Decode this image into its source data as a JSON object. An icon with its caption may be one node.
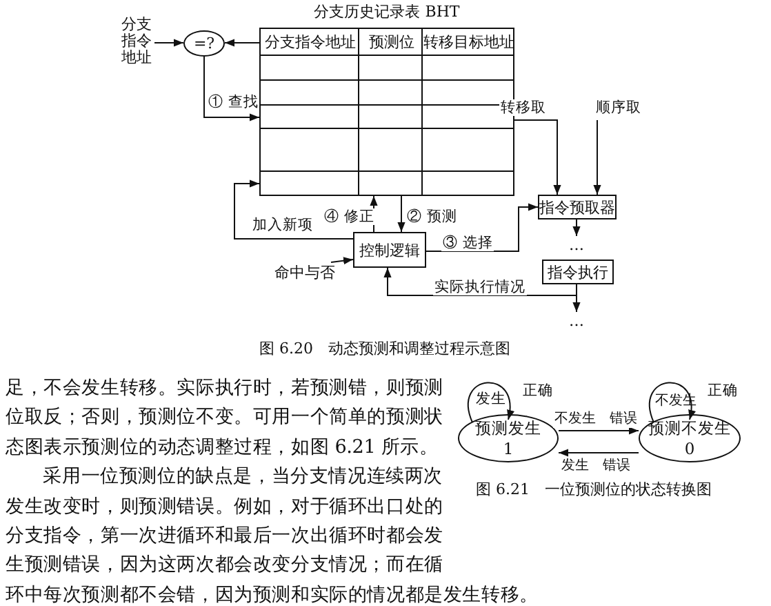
{
  "diagram": {
    "nodes": [
      {
        "text": [
          "分支指令地址"
        ]
      },
      {
        "text": [
          "=?"
        ]
      },
      {
        "text": [
          "分支历史记录表 BHT",
          "分支指令地址",
          "预测位",
          "转移目标地址"
        ]
      },
      {
        "text": [
          "控制逻辑"
        ]
      },
      {
        "text": [
          "命中与否"
        ]
      },
      {
        "text": [
          "指令预取器"
        ]
      },
      {
        "text": [
          "…"
        ]
      },
      {
        "text": [
          "指令执行"
        ]
      },
      {
        "text": [
          "…"
        ]
      },
      {
        "text": [
          "预测发生",
          "1"
        ]
      },
      {
        "text": [
          "预测不发生",
          "0"
        ]
      }
    ],
    "edges": [
      {
        "from": 0,
        "to": 1,
        "arrow": "to"
      },
      {
        "from": 2,
        "to": 1,
        "arrow": "to"
      },
      {
        "from": 1,
        "to": 2,
        "arrow": "to",
        "label": "① 查找"
      },
      {
        "from": 3,
        "to": 2,
        "arrow": "to",
        "label": "④ 修正"
      },
      {
        "from": 3,
        "to": 2,
        "arrow": "to",
        "label": "加入新项"
      },
      {
        "from": 2,
        "to": 3,
        "arrow": "to",
        "label": "② 预测"
      },
      {
        "from": 4,
        "to": 3,
        "arrow": "to"
      },
      {
        "from": 3,
        "to": 5,
        "arrow": "to",
        "label": "③ 选择"
      },
      {
        "from": 2,
        "to": 5,
        "arrow": "to",
        "label": "转移取"
      },
      {
        "from": null,
        "to": 5,
        "arrow": "to",
        "label": "顺序取"
      },
      {
        "from": 5,
        "to": 6,
        "arrow": "to"
      },
      {
        "from": 7,
        "to": 3,
        "arrow": "to",
        "label": "实际执行情况"
      },
      {
        "from": 7,
        "to": 8,
        "arrow": "to"
      },
      {
        "from": 9,
        "to": 9,
        "arrow": "to",
        "label": "正确"
      },
      {
        "from": 10,
        "to": 10,
        "arrow": "to",
        "label": "正确"
      },
      {
        "from": 9,
        "to": 10,
        "arrow": "to",
        "label": "不发生　错误"
      },
      {
        "from": 10,
        "to": 9,
        "arrow": "to",
        "label": "发生　错误"
      }
    ],
    "labels": [
      "图 6.20　动态预测和调整过程示意图",
      "足，不会发生转移。实际执行时，若预测错，则预测位取反；否则，预测位不变。可用一个简单的预测状态图表示预测位的动态调整过程，如图 6.21 所示。",
      "发生",
      "不发生",
      "采用一位预测位的缺点是，当分支情况连续两次发生改变时，则预测错误。例如，对于循环出口处的分支指令，第一次进循环和最后一次出循环时都会发生预测错误，因为这两次都会改变分支情况；而在循环中每次预测都不会错，因为预测和实际的情况都是发生转移。",
      "图 6.21　一位预测位的状态转换图"
    ]
  }
}
